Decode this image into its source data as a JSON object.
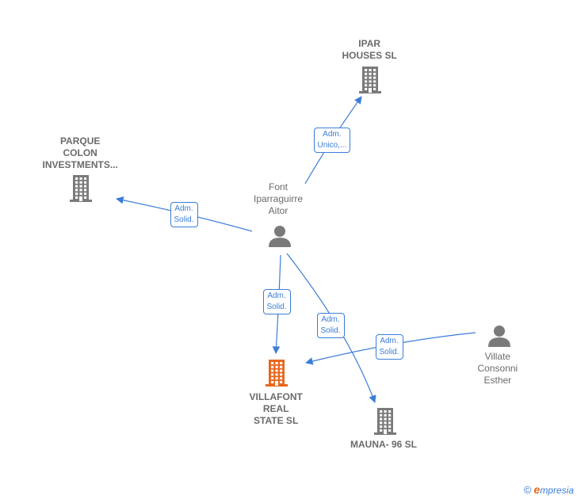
{
  "nodes": [
    {
      "id": "ipar",
      "type": "company",
      "lines": [
        "IPAR",
        "HOUSES  SL"
      ],
      "highlight": false
    },
    {
      "id": "parque",
      "type": "company",
      "lines": [
        "PARQUE",
        "COLON",
        "INVESTMENTS..."
      ],
      "highlight": false
    },
    {
      "id": "font",
      "type": "person",
      "lines": [
        "Font",
        "Iparraguirre",
        "Aitor"
      ],
      "highlight": false
    },
    {
      "id": "villafont",
      "type": "company",
      "lines": [
        "VILLAFONT",
        "REAL",
        "STATE  SL"
      ],
      "highlight": true
    },
    {
      "id": "mauna",
      "type": "company",
      "lines": [
        "MAUNA- 96 SL"
      ],
      "highlight": false
    },
    {
      "id": "villate",
      "type": "person",
      "lines": [
        "Villate",
        "Consonni",
        "Esther"
      ],
      "highlight": false
    }
  ],
  "edges": [
    {
      "from": "font",
      "to": "ipar",
      "label": [
        "Adm.",
        "Unico,..."
      ]
    },
    {
      "from": "font",
      "to": "parque",
      "label": [
        "Adm.",
        "Solid."
      ]
    },
    {
      "from": "font",
      "to": "villafont",
      "label": [
        "Adm.",
        "Solid."
      ]
    },
    {
      "from": "font",
      "to": "mauna",
      "label": [
        "Adm.",
        "Solid."
      ]
    },
    {
      "from": "villate",
      "to": "villafont",
      "label": [
        "Adm.",
        "Solid."
      ]
    }
  ],
  "colors": {
    "edge": "#3b7dd8",
    "node": "#7a7a7a",
    "highlight": "#e8671e"
  },
  "footer": {
    "copyright": "©",
    "brand_initial": "e",
    "brand_rest": "mpresia"
  }
}
